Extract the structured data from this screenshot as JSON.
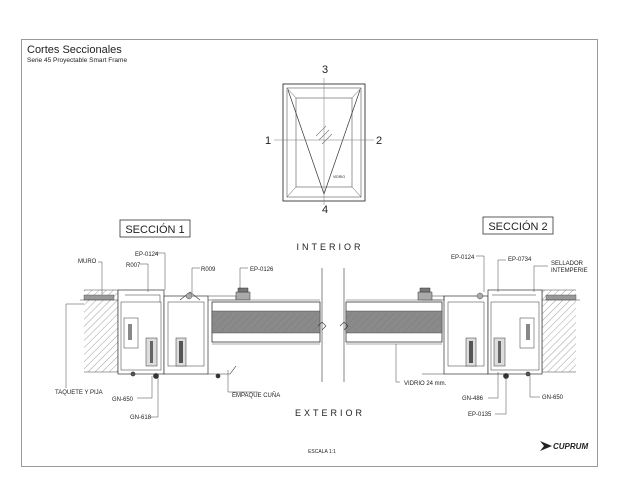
{
  "header": {
    "title": "Cortes Seccionales",
    "subtitle": "Serie 45 Proyectable Smart Frame"
  },
  "elevation": {
    "label_top": "3",
    "label_left": "1",
    "label_right": "2",
    "label_bottom": "4",
    "glass_note": "VIDRIO"
  },
  "sections": {
    "section1_title": "SECCIÓN 1",
    "section2_title": "SECCIÓN 2",
    "interior": "INTERIOR",
    "exterior": "EXTERIOR"
  },
  "callouts_left": {
    "muro": "MURO",
    "ep0124": "EP-0124",
    "r007": "R007",
    "r009": "R009",
    "ep0126": "EP-0126",
    "taquete": "TAQUETE  Y PIJA",
    "gn650": "GN-650",
    "gn618": "GN-618",
    "empaque": "EMPAQUE CUÑA"
  },
  "callouts_right": {
    "ep0124": "EP-0124",
    "ep0734": "EP-0734",
    "sellador1": "SELLADOR",
    "sellador2": "INTEMPERIE",
    "vidrio": "VIDRIO 24 mm.",
    "gn486": "GN-486",
    "gn650": "GN-650",
    "ep0135": "EP-0135"
  },
  "footer": {
    "scale": "ESCALA 1:1",
    "brand": "CUPRUM"
  }
}
